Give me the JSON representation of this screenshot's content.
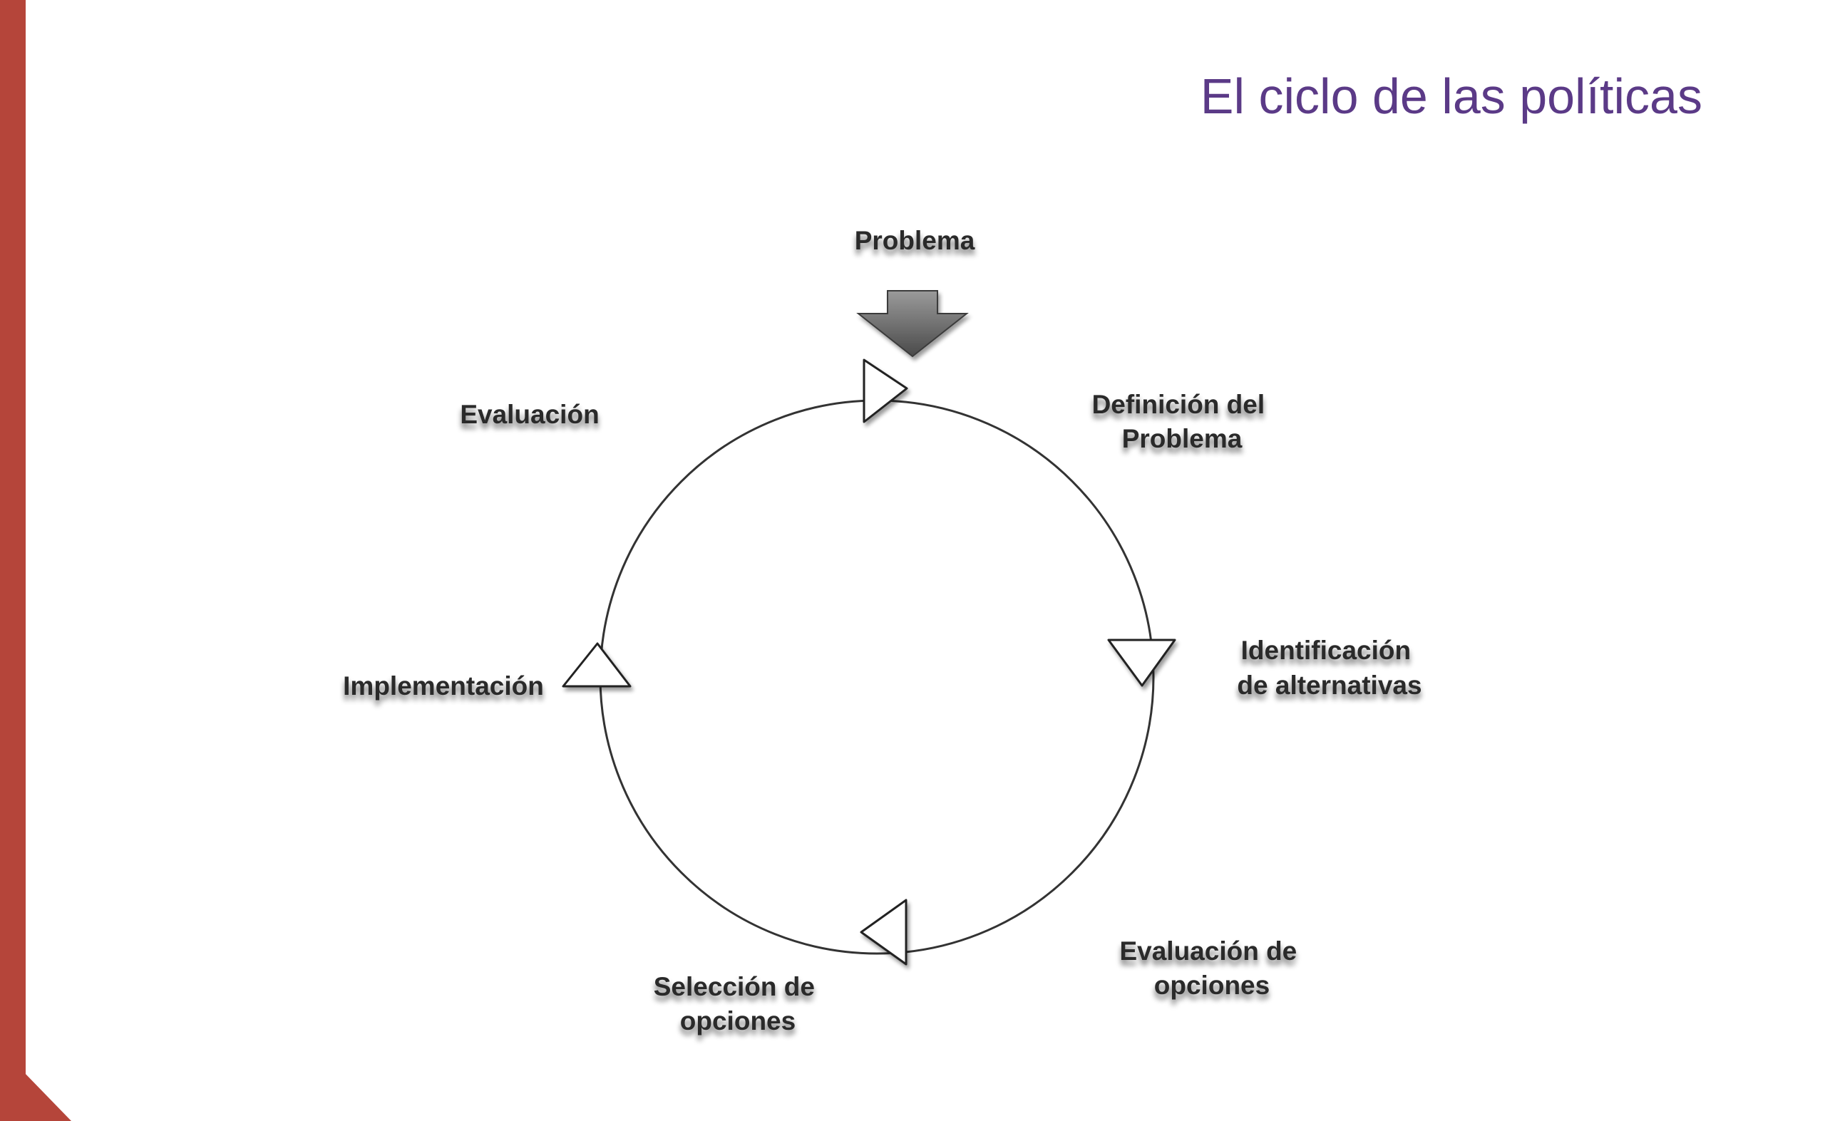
{
  "slide": {
    "title": "El ciclo de las políticas",
    "accent_color": "#b5453a",
    "title_color": "#5b3a87"
  },
  "diagram": {
    "entry_label": "Problema",
    "entry_arrow_icon": "down-arrow-icon",
    "stages": [
      {
        "lines": [
          "Definición del",
          "Problema"
        ]
      },
      {
        "lines": [
          "Identificación",
          "de alternativas"
        ]
      },
      {
        "lines": [
          "Evaluación de",
          "opciones"
        ]
      },
      {
        "lines": [
          "Selección de",
          "opciones"
        ]
      },
      {
        "lines": [
          "Implementación"
        ]
      },
      {
        "lines": [
          "Evaluación"
        ]
      }
    ],
    "direction_marker_icon": "triangle-arrow-icon"
  }
}
